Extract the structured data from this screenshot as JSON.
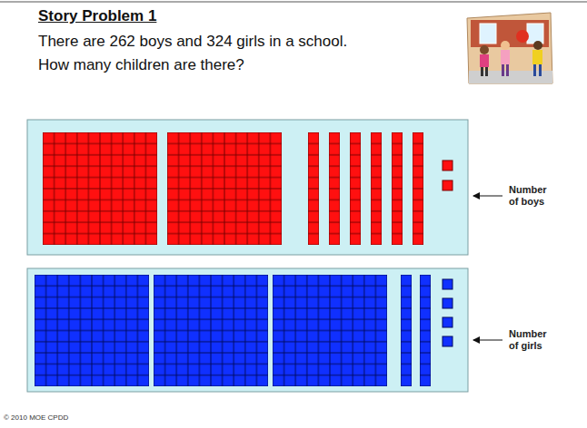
{
  "diagram": {
    "title": "Story Problem 1",
    "labels": [
      "There are 262 boys and 324 girls in a school.",
      "How many children are there?",
      "Number of boys",
      "Number of girls",
      "© 2010 MOE CPDD"
    ]
  }
}
